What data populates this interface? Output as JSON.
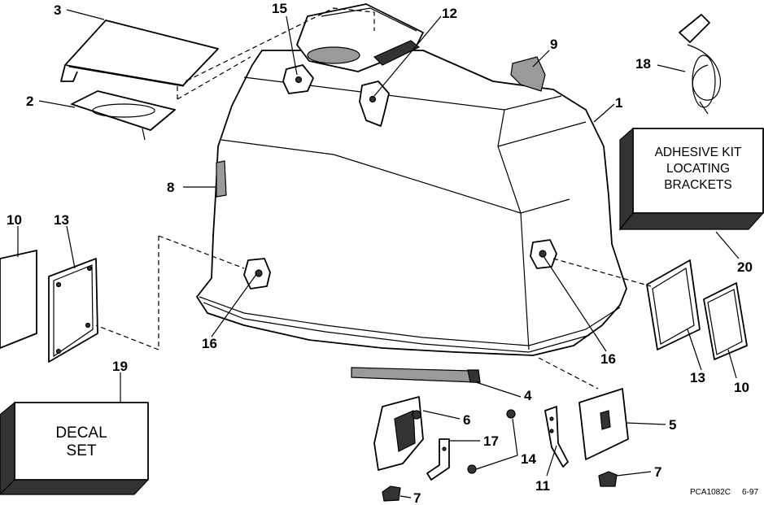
{
  "callouts": {
    "c1": "1",
    "c2": "2",
    "c3": "3",
    "c4": "4",
    "c5": "5",
    "c6": "6",
    "c7a": "7",
    "c7b": "7",
    "c8": "8",
    "c9": "9",
    "c10a": "10",
    "c10b": "10",
    "c11": "11",
    "c12": "12",
    "c13a": "13",
    "c13b": "13",
    "c14": "14",
    "c15": "15",
    "c16a": "16",
    "c16b": "16",
    "c17": "17",
    "c18": "18",
    "c19": "19",
    "c20": "20"
  },
  "adhesive_box": {
    "line1": "ADHESIVE KIT",
    "line2": "LOCATING",
    "line3": "BRACKETS"
  },
  "decal_box": {
    "line1": "DECAL",
    "line2": "SET"
  },
  "drawing_code": "PCA1082C",
  "date_code": "6-97"
}
